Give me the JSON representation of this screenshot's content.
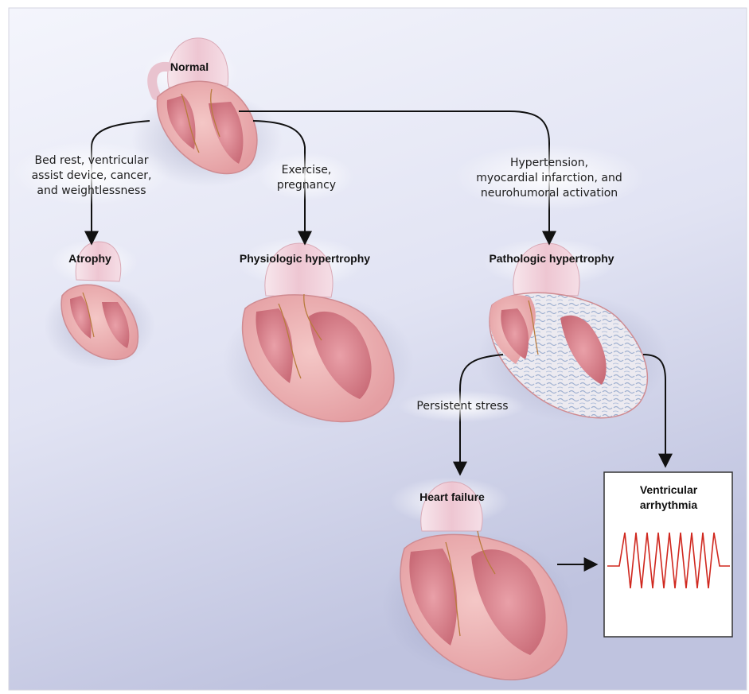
{
  "nodes": {
    "normal": "Normal",
    "atrophy": "Atrophy",
    "physiologic": "Physiologic hypertrophy",
    "pathologic": "Pathologic hypertrophy",
    "heart_failure": "Heart failure"
  },
  "causes": {
    "atrophy_lines": [
      "Bed rest, ventricular",
      "assist device, cancer,",
      "and weightlessness"
    ],
    "physiologic_lines": [
      "Exercise,",
      "pregnancy"
    ],
    "pathologic_lines": [
      "Hypertension,",
      "myocardial infarction, and",
      "neurohumoral activation"
    ],
    "stress": "Persistent stress"
  },
  "arrhythmia_box": {
    "title_lines": [
      "Ventricular",
      "arrhythmia"
    ]
  },
  "colors": {
    "background_top": "#f1f2fb",
    "background_bottom": "#c3c7e2",
    "myocardium": "#e8a3a7",
    "chamber": "#d9828b",
    "vessel": "#f3d4dc",
    "ecg_trace": "#d0281f"
  }
}
